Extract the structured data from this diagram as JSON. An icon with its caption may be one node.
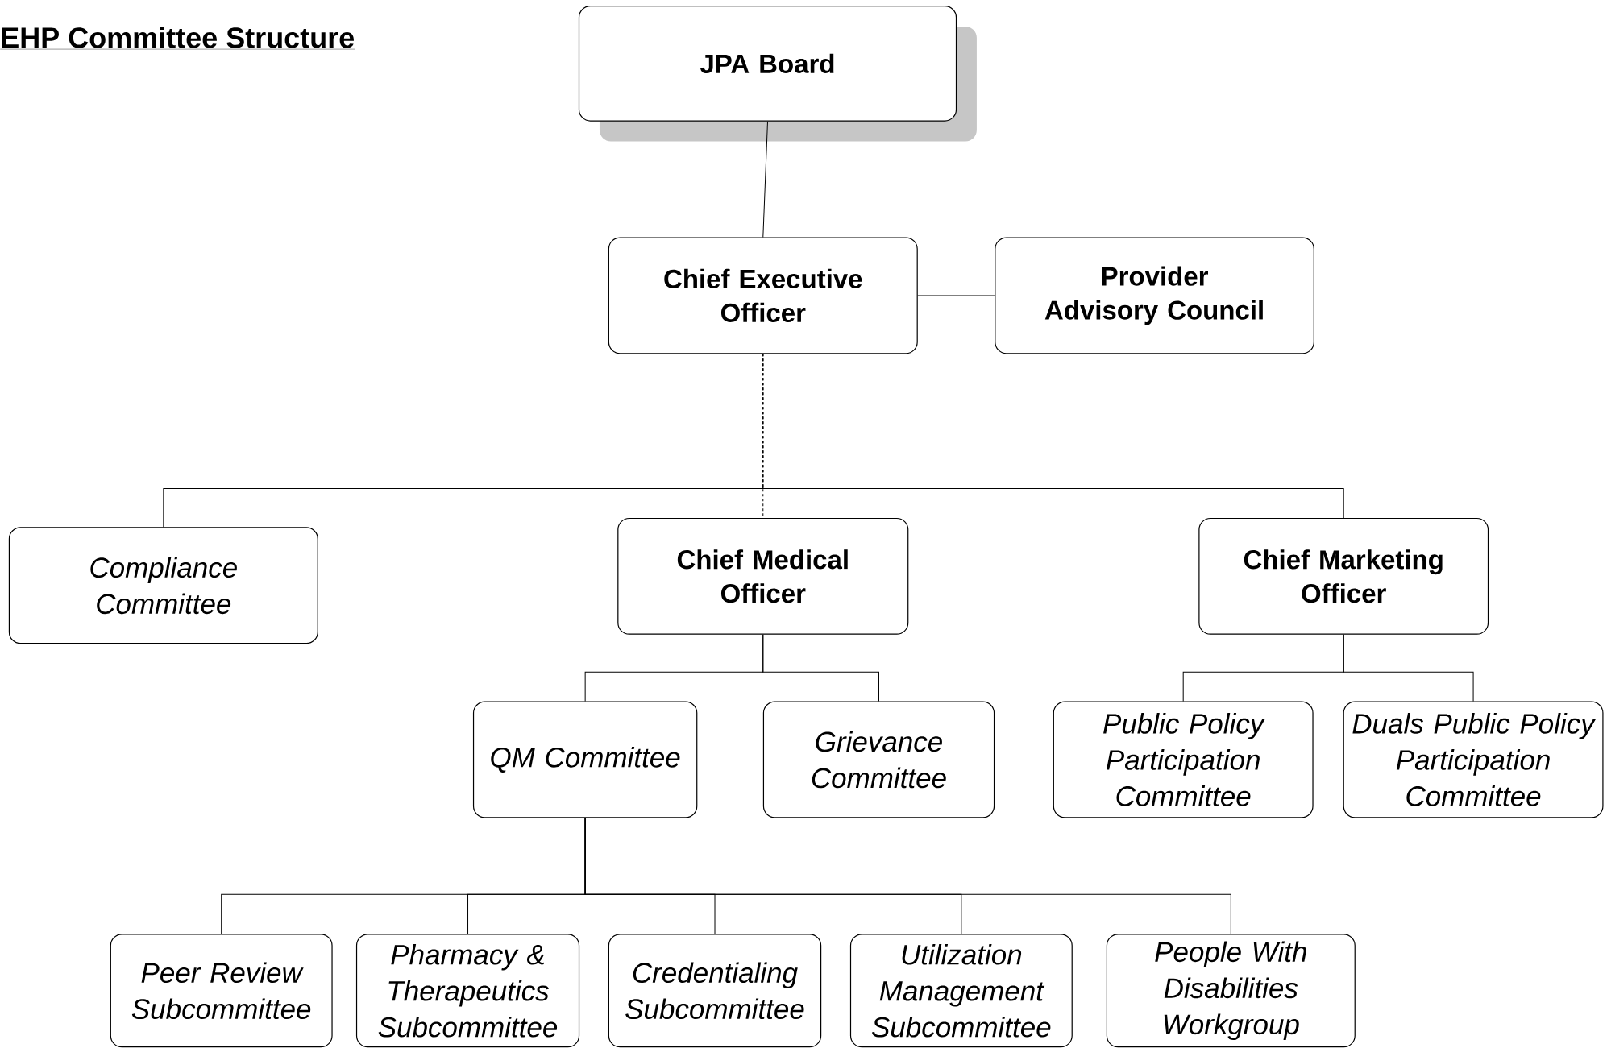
{
  "diagram": {
    "title": "EHP Committee Structure",
    "nodes": [
      {
        "text": [
          "JPA Board"
        ]
      },
      {
        "text": [
          "Chief Executive Officer"
        ]
      },
      {
        "text": [
          "Provider Advisory Council"
        ]
      },
      {
        "text": [
          "Compliance Committee"
        ]
      },
      {
        "text": [
          "Chief Medical Officer"
        ]
      },
      {
        "text": [
          "Chief Marketing Officer"
        ]
      },
      {
        "text": [
          "QM Committee"
        ]
      },
      {
        "text": [
          "Grievance Committee"
        ]
      },
      {
        "text": [
          "Public Policy Participation Committee"
        ]
      },
      {
        "text": [
          "Duals Public Policy Participation Committee"
        ]
      },
      {
        "text": [
          "Peer Review Subcommittee"
        ]
      },
      {
        "text": [
          "Pharmacy & Therapeutics Subcommittee"
        ]
      },
      {
        "text": [
          "Credentialing Subcommittee"
        ]
      },
      {
        "text": [
          "Utilization Management Subcommittee"
        ]
      },
      {
        "text": [
          "People With Disabilities Workgroup"
        ]
      }
    ],
    "edges": [
      {
        "from": 0,
        "to": 1,
        "arrow": "none"
      },
      {
        "from": 1,
        "to": 2,
        "arrow": "none"
      },
      {
        "from": 1,
        "to": 3,
        "arrow": "none",
        "style": "dashed"
      },
      {
        "from": 1,
        "to": 4,
        "arrow": "none",
        "style": "dashed"
      },
      {
        "from": 1,
        "to": 5,
        "arrow": "none",
        "style": "dashed"
      },
      {
        "from": 4,
        "to": 6,
        "arrow": "none"
      },
      {
        "from": 4,
        "to": 7,
        "arrow": "none"
      },
      {
        "from": 5,
        "to": 8,
        "arrow": "none"
      },
      {
        "from": 5,
        "to": 9,
        "arrow": "none"
      },
      {
        "from": 6,
        "to": 10,
        "arrow": "none"
      },
      {
        "from": 6,
        "to": 11,
        "arrow": "none"
      },
      {
        "from": 6,
        "to": 12,
        "arrow": "none"
      },
      {
        "from": 6,
        "to": 13,
        "arrow": "none"
      },
      {
        "from": 6,
        "to": 14,
        "arrow": "none"
      }
    ]
  }
}
